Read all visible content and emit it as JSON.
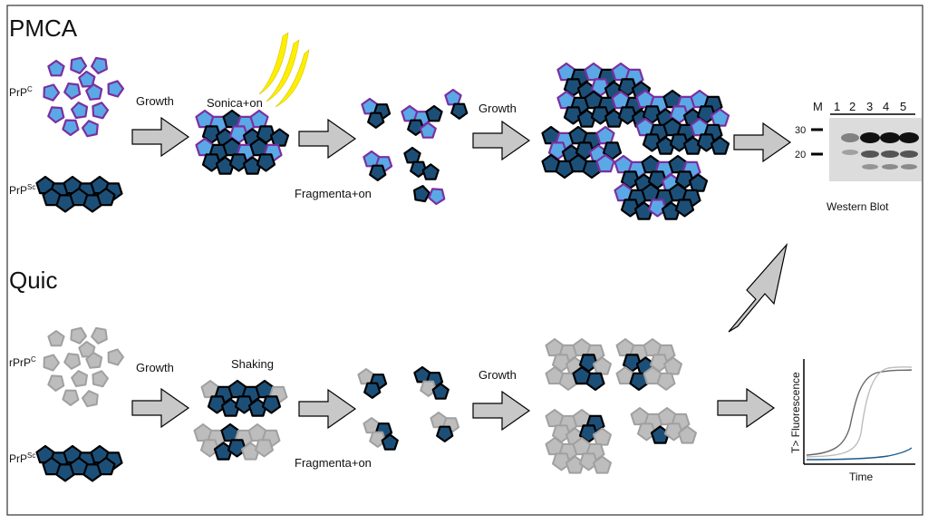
{
  "pmca": {
    "title": "PMCA",
    "prpc_main": "PrP",
    "prpc_sup": "C",
    "prpsc_main": "PrP",
    "prpsc_sup": "Sc",
    "growth1": "Growth",
    "sonication": "Sonica+on",
    "fragmentation": "Fragmenta+on",
    "growth2": "Growth"
  },
  "quic": {
    "title": "Quic",
    "rprpc_main": "rPrP",
    "rprpc_sup": "C",
    "prpsc_main": "PrP",
    "prpsc_sup": "Sc",
    "growth1": "Growth",
    "shaking": "Shaking",
    "fragmentation": "Fragmenta+on",
    "growth2": "Growth"
  },
  "western_blot": {
    "caption": "Western Blot",
    "lanes": [
      "M",
      "1",
      "2",
      "3",
      "4",
      "5"
    ],
    "markers": [
      "30",
      "20"
    ]
  },
  "fluorescence_plot": {
    "ylabel": "T> Fluorescence",
    "xlabel": "Time"
  },
  "colors": {
    "prpc_fill": "#5aa9e6",
    "prpc_stroke": "#7b2fa0",
    "prpsc_fill": "#1c4f78",
    "prpsc_stroke": "#000000",
    "recombinant_fill": "#bdbdbd",
    "recombinant_stroke": "#a0a0a0",
    "arrow_fill": "#c8c8c8",
    "sonication_yellow": "#ffee00"
  }
}
